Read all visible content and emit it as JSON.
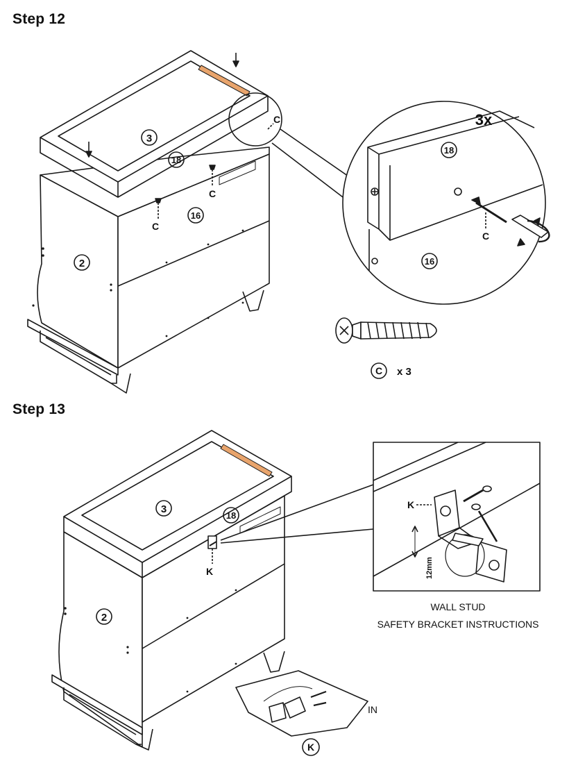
{
  "step12": {
    "title": "Step 12",
    "part_labels": {
      "top_frame": "3",
      "front_panel_rail": "18",
      "front_panel": "16",
      "side_panel": "2"
    },
    "screw_label": "C",
    "detail": {
      "count": "3x",
      "rail": "18",
      "panel": "16",
      "screw": "C"
    },
    "hardware": {
      "letter": "C",
      "quantity": "x 3"
    }
  },
  "step13": {
    "title": "Step 13",
    "part_labels": {
      "top_frame": "3",
      "front_panel_rail": "18",
      "side_panel": "2"
    },
    "bracket_label": "K",
    "detail": {
      "bracket": "K",
      "dimension": "12mm"
    },
    "caption_line1": "WALL STUD",
    "caption_line2": "SAFETY BRACKET INSTRUCTIONS",
    "truncated_text": "IN",
    "kit_label": "K"
  }
}
